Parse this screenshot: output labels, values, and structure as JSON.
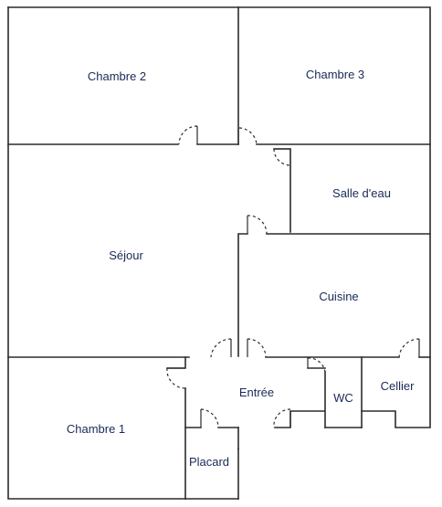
{
  "floor_plan": {
    "rooms": [
      {
        "id": "chambre-2",
        "label": "Chambre 2"
      },
      {
        "id": "chambre-3",
        "label": "Chambre 3"
      },
      {
        "id": "salle-d-eau",
        "label": "Salle d'eau"
      },
      {
        "id": "sejour",
        "label": "Séjour"
      },
      {
        "id": "cuisine",
        "label": "Cuisine"
      },
      {
        "id": "entree",
        "label": "Entrée"
      },
      {
        "id": "wc",
        "label": "WC"
      },
      {
        "id": "cellier",
        "label": "Cellier"
      },
      {
        "id": "chambre-1",
        "label": "Chambre 1"
      },
      {
        "id": "placard",
        "label": "Placard"
      }
    ]
  }
}
